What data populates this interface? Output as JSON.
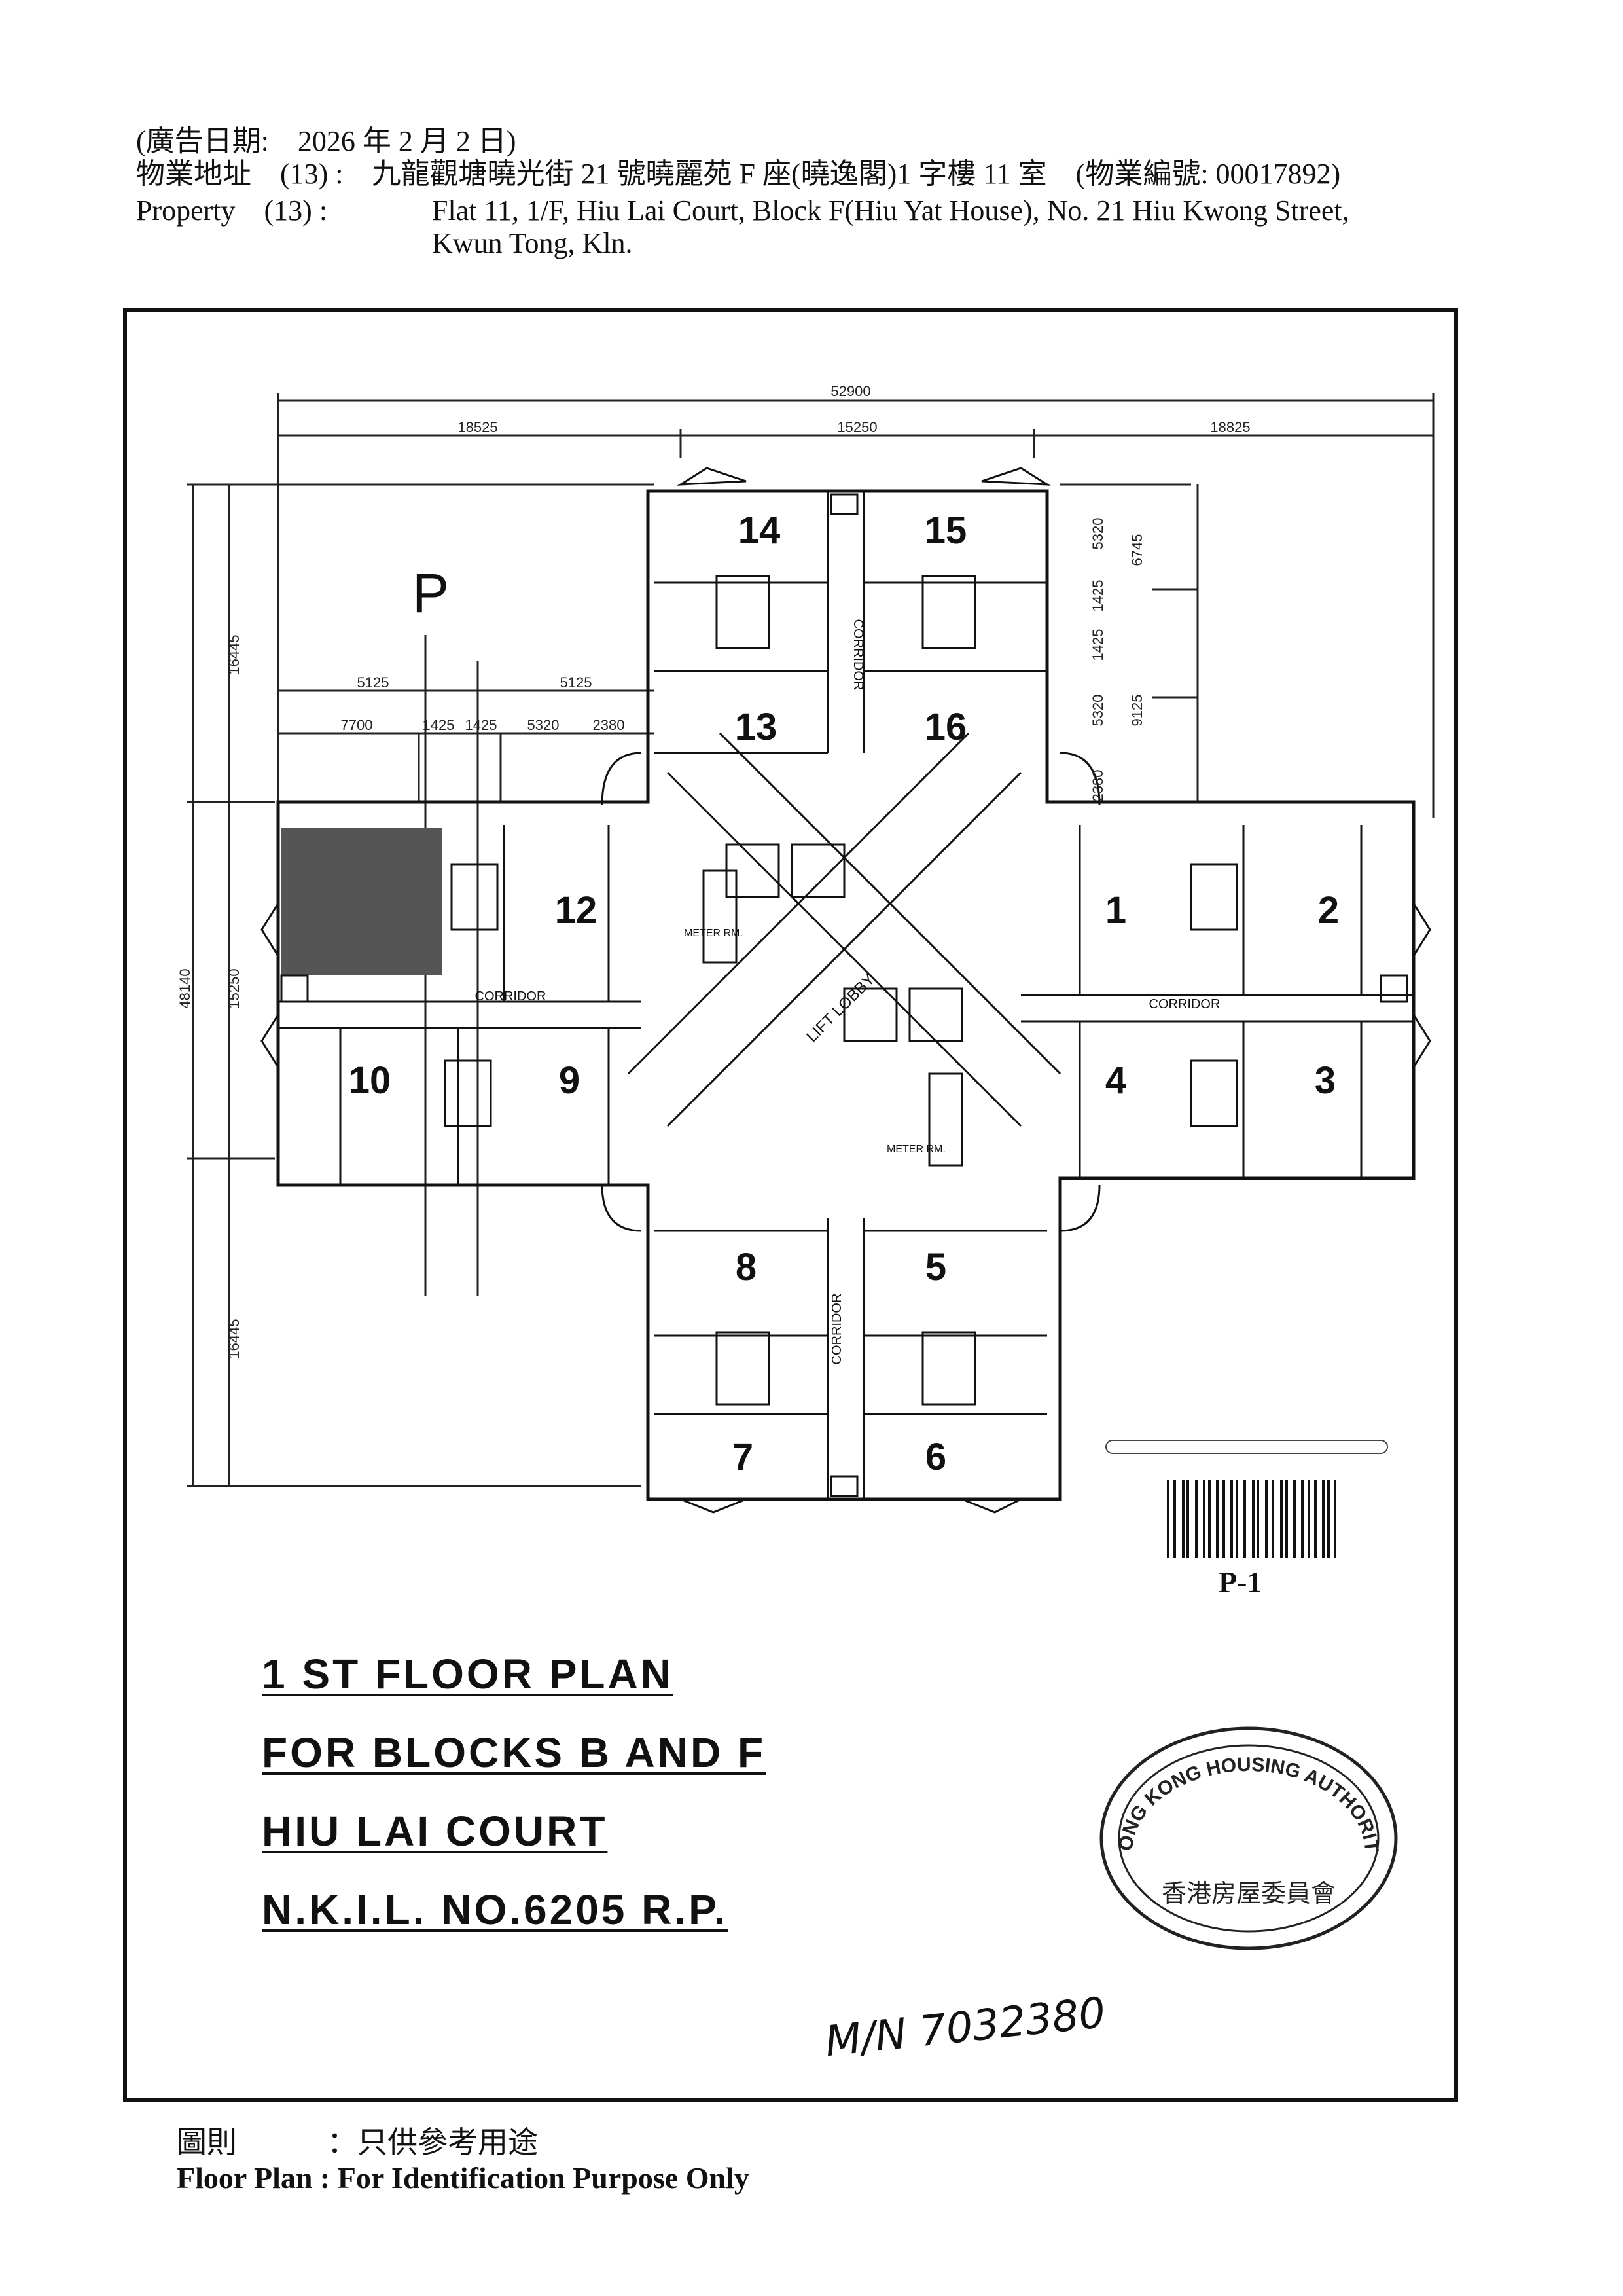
{
  "header": {
    "ad_date": "(廣告日期:　2026 年 2 月 2 日)",
    "address_zh": "物業地址　(13) :　九龍觀塘曉光街 21 號曉麗苑 F 座(曉逸閣)1 字樓 11 室　(物業編號: 00017892)",
    "property_label": "Property　(13) :",
    "address_en_1": "Flat 11, 1/F, Hiu Lai Court, Block F(Hiu Yat House), No. 21 Hiu Kwong Street,",
    "address_en_2": "Kwun Tong, Kln."
  },
  "plan": {
    "dimensions": {
      "overall": "52900",
      "left": "18525",
      "mid": "15250",
      "right": "18825",
      "d5125a": "5125",
      "d5125b": "5125",
      "d7700": "7700",
      "d1425a": "1425",
      "d1425b": "1425",
      "d5320h": "5320",
      "d2380h": "2380",
      "d16445top": "16445",
      "d16445bot": "16445",
      "d15250v": "15250",
      "d48140": "48140",
      "d5320a": "5320",
      "d6745": "6745",
      "d1425c": "1425",
      "d1425d": "1425",
      "d5320b": "5320",
      "d9125": "9125",
      "d2380v": "2380"
    },
    "p_marker": "P",
    "flats": [
      "1",
      "2",
      "3",
      "4",
      "5",
      "6",
      "7",
      "8",
      "9",
      "10",
      "12",
      "13",
      "14",
      "15",
      "16"
    ],
    "labels": {
      "corridor": "CORRIDOR",
      "lift_lobby": "LIFT LOBBY",
      "meter_rm": "METER RM."
    },
    "page_ref": "P-1"
  },
  "title": {
    "line1": "1 ST FLOOR PLAN",
    "line2": "FOR BLOCKS B AND F",
    "line3": "HIU LAI COURT",
    "line4": "N.K.I.L. NO.6205 R.P."
  },
  "stamp": {
    "en": "HONG KONG HOUSING AUTHORITY",
    "zh": "香港房屋委員會"
  },
  "handwritten": "M/N 7032380",
  "footer": {
    "line1": "圖則　　　：只供參考用途",
    "line2": "Floor Plan : For Identification Purpose Only"
  }
}
